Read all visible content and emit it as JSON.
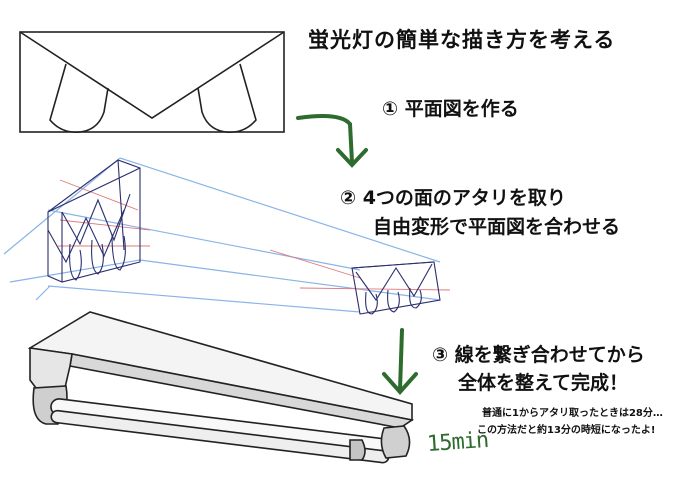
{
  "title": "蛍光灯の簡単な描き方を考える",
  "steps": {
    "step1": "① 平面図を作る",
    "step2_line1": "② 4つの面のアタリを取り",
    "step2_line2": "自由変形で平面図を合わせる",
    "step3_line1": "③ 線を繋ぎ合わせてから",
    "step3_line2": "全体を整えて完成！"
  },
  "notes": {
    "line1": "普通に1からアタリ取ったときは28分…",
    "line2": "この方法だと約13分の時短になったよ!"
  },
  "time_mark": "15min",
  "colors": {
    "arrow_green": "#2e6b2e",
    "guide_blue": "#8ab4e8",
    "guide_red": "#e07a7a",
    "line_dark": "#222222",
    "sketch_navy": "#2a2f6e"
  }
}
